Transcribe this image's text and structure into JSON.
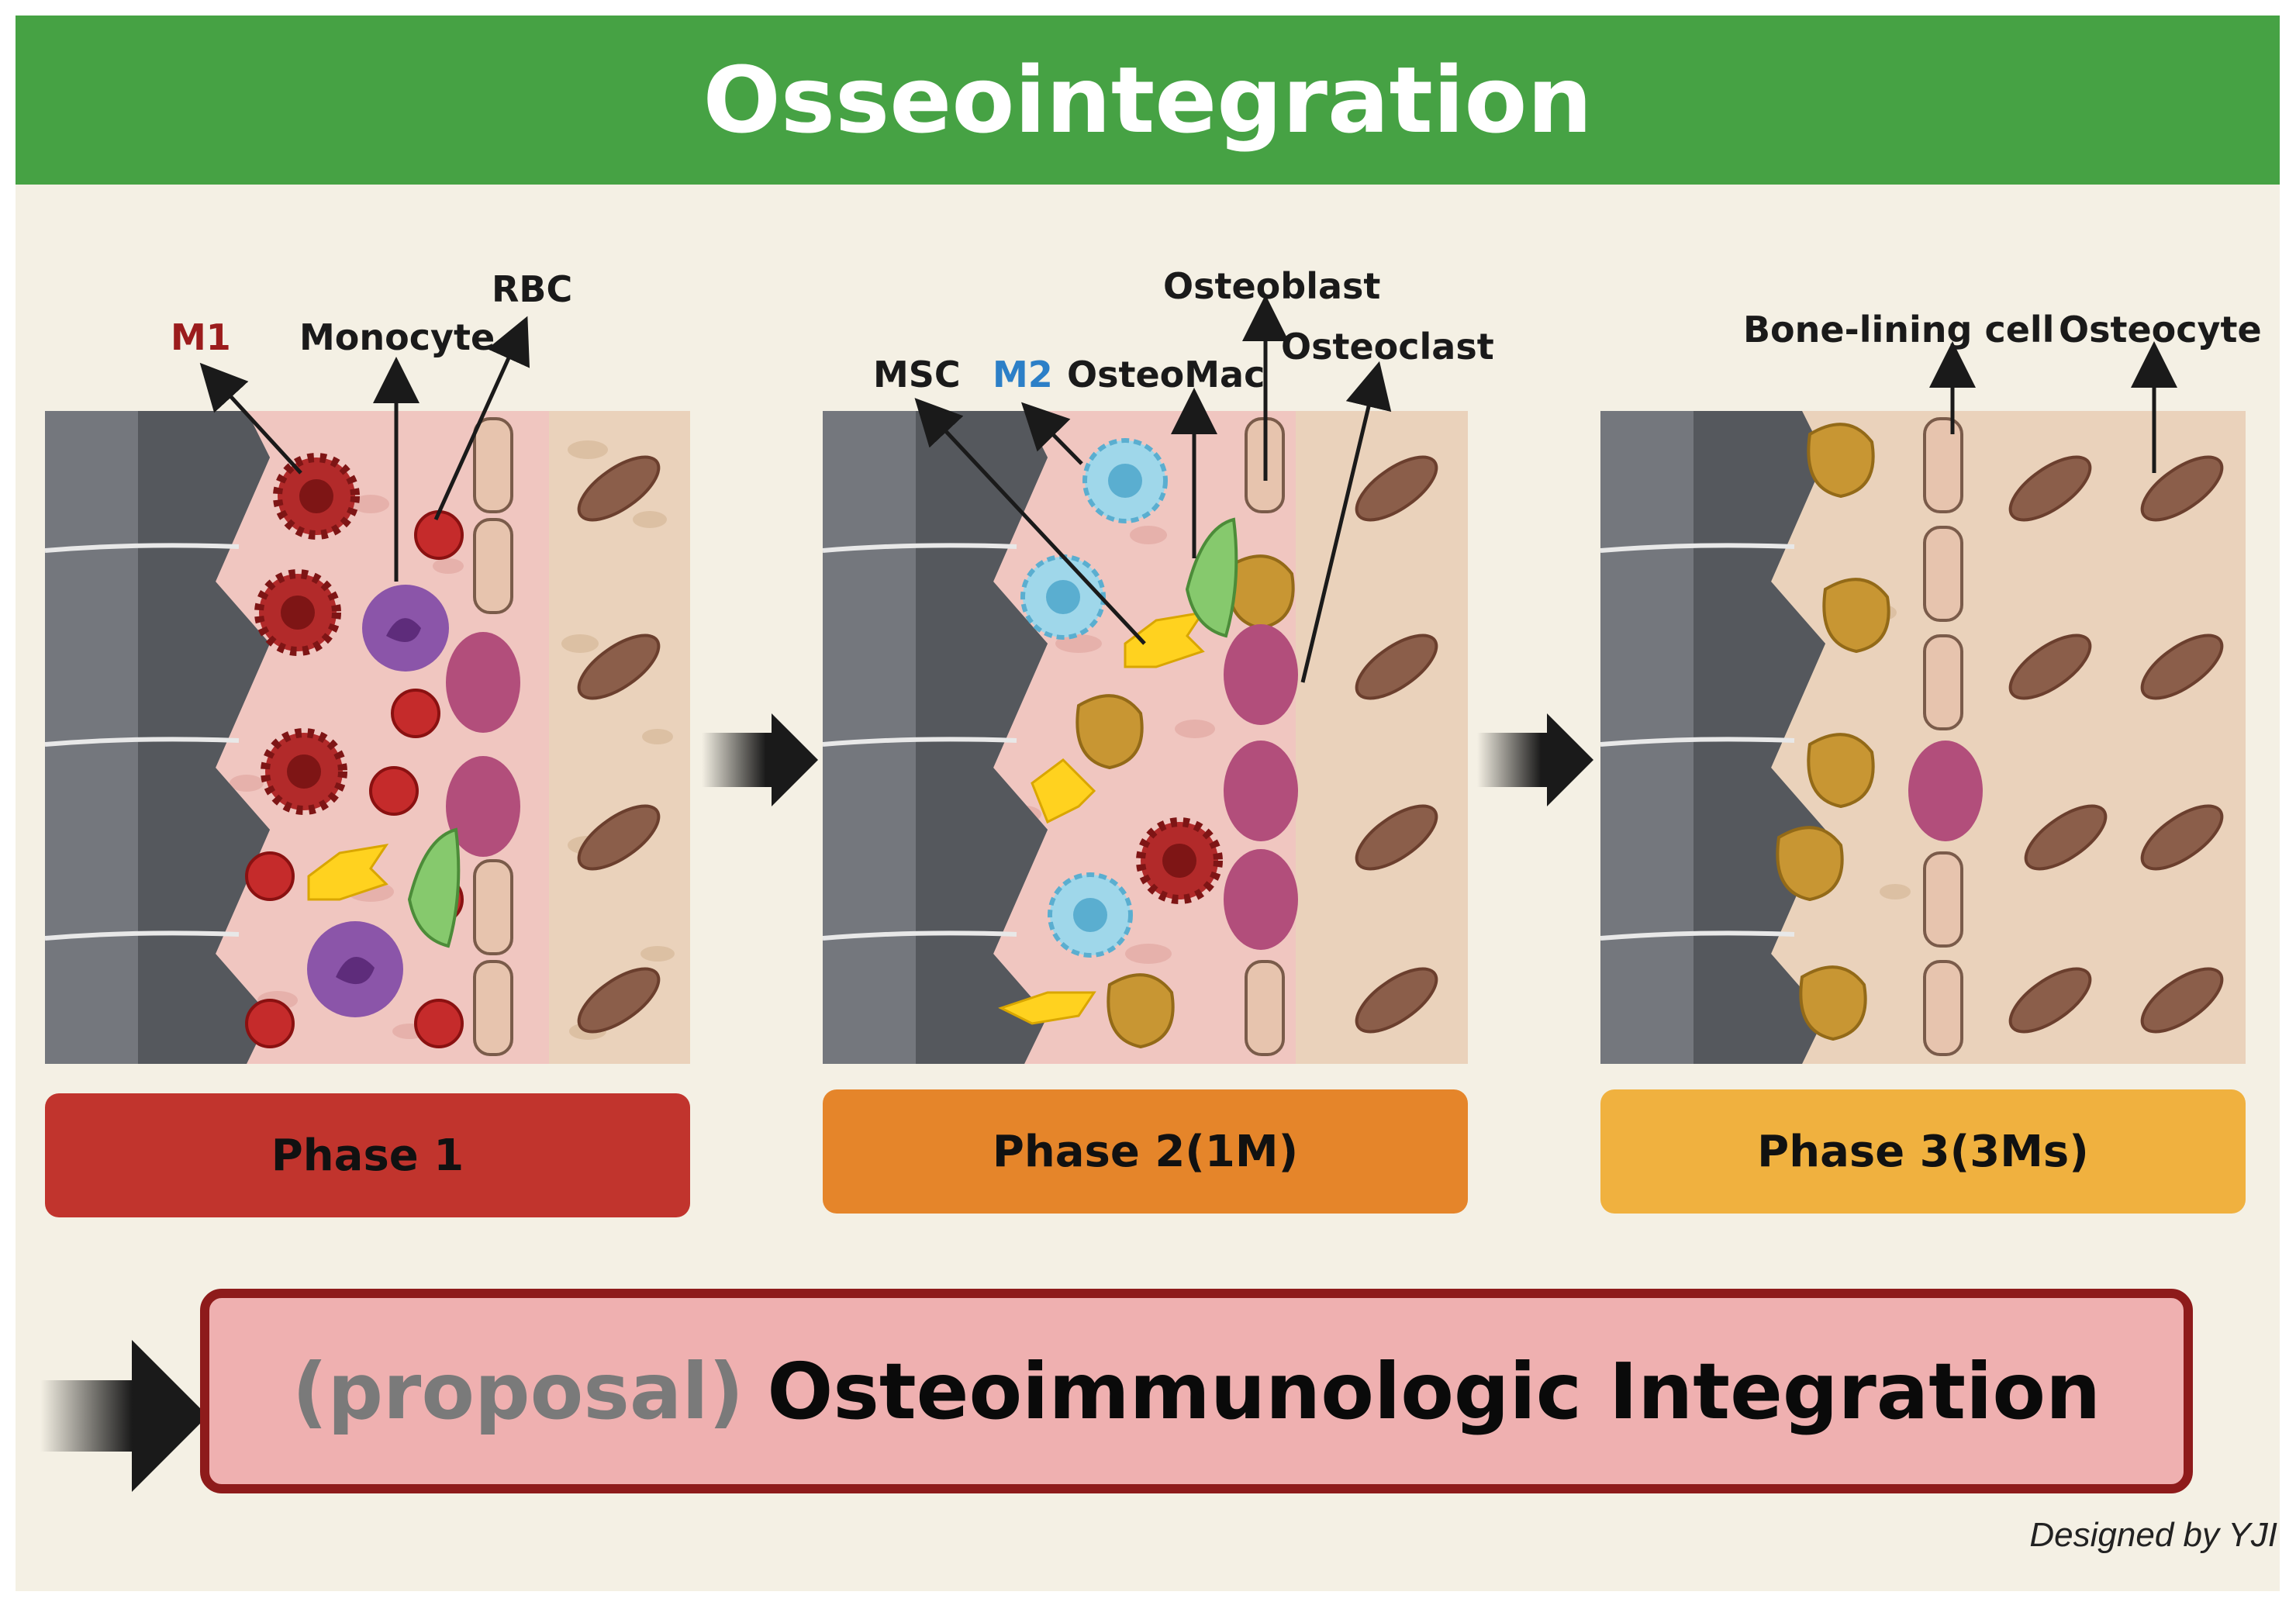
{
  "title": "Osseointegration",
  "labels": {
    "m1": "M1",
    "monocyte": "Monocyte",
    "rbc": "RBC",
    "msc": "MSC",
    "m2": "M2",
    "osteomac": "OsteoMac",
    "osteoblast": "Osteoblast",
    "osteoclast": "Osteoclast",
    "bone_lining": "Bone-lining cell",
    "osteocyte": "Osteocyte"
  },
  "phases": [
    {
      "label": "Phase 1",
      "color": "#c1342d"
    },
    {
      "label": "Phase 2(1M)",
      "color": "#e5852a"
    },
    {
      "label": "Phase 3(3Ms)",
      "color": "#f0b13f"
    }
  ],
  "proposal": {
    "prefix": "(proposal)",
    "main": "Osteoimmunologic Integration"
  },
  "credit": "Designed by YJI",
  "colors": {
    "header": "#46a244",
    "m1_label": "#9b1c1c",
    "m2_label": "#2c7fc7",
    "background": "#f4f0e4",
    "blood_zone": "#eeb5b5",
    "bone_matrix": "#ead2bb",
    "implant": "#6f7278"
  }
}
